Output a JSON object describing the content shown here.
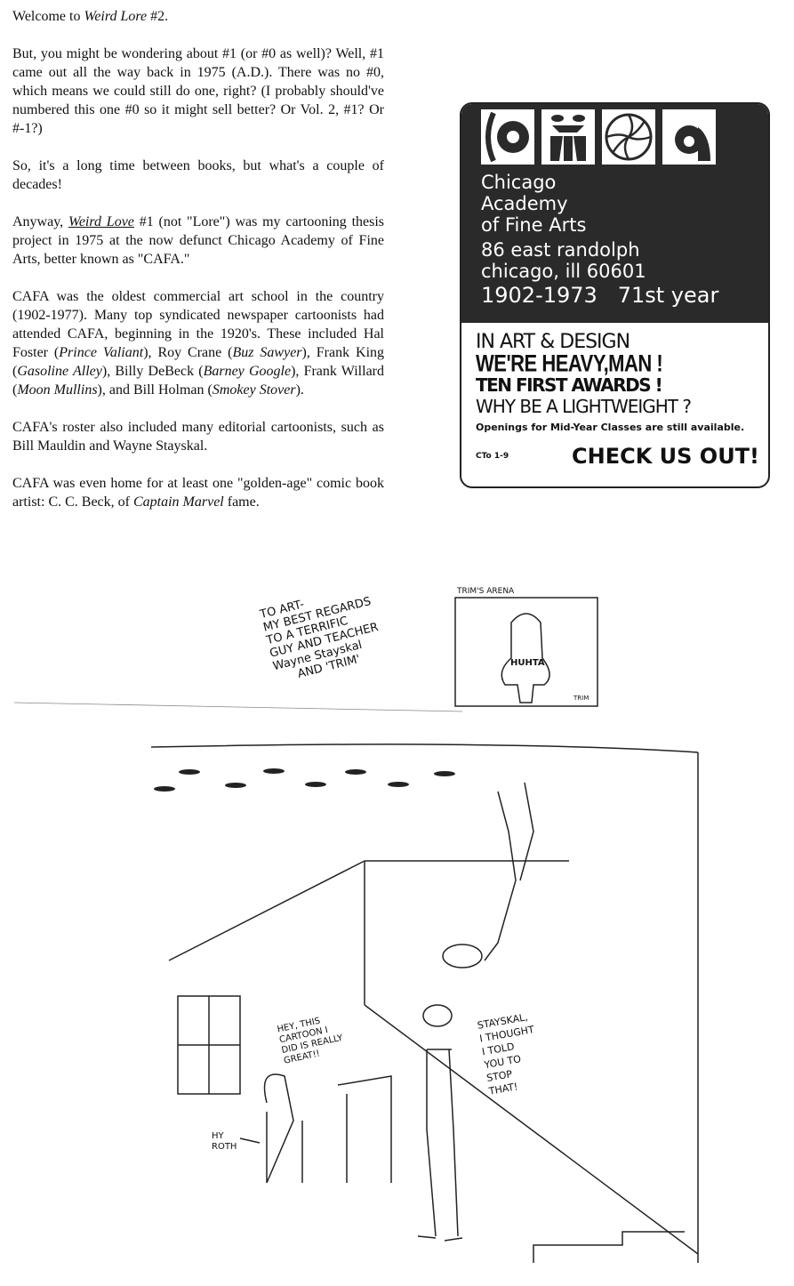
{
  "article": {
    "p1": [
      "Welcome to ",
      "Weird Lore",
      " #2."
    ],
    "p2": "But, you might be wondering about #1 (or #0 as well)? Well, #1 came out all the way back in 1975 (A.D.). There was no #0, which means we could still do one, right? (I probably should've numbered this one #0 so it might sell better? Or Vol. 2, #1? Or #-1?)",
    "p3": "So, it's a long time between books, but what's a couple of decades!",
    "p4": [
      "Anyway, ",
      "Weird Love",
      " #1 (not \"Lore\") was my cartooning thesis project in 1975 at the now defunct Chicago Academy of Fine Arts, better known as \"CAFA.\""
    ],
    "p5": [
      "CAFA was the oldest commercial art school in the country (1902-1977). Many top syndicated newspaper cartoonists had attended CAFA, beginning in the 1920's. These included Hal Foster (",
      "Prince Valiant",
      "), Roy Crane (",
      "Buz Sawyer",
      "), Frank King (",
      "Gasoline Alley",
      "), Billy DeBeck (",
      "Barney Google",
      "), Frank Willard (",
      "Moon Mullins",
      "), and Bill Holman (",
      "Smokey Stover",
      ")."
    ],
    "p6": "CAFA's roster also included many editorial cartoonists, such as Bill Mauldin and Wayne Stayskal.",
    "p7": [
      "CAFA was even home for at least one \"golden-age\" comic book artist: C. C. Beck, of ",
      "Captain Marvel",
      " fame."
    ]
  },
  "ad": {
    "logo_letters": "cafa",
    "name": [
      "Chicago",
      "Academy",
      "of Fine Arts"
    ],
    "address": [
      "86 east randolph",
      "chicago, ill 60601"
    ],
    "years": "1902-1973",
    "year_count": "71st year",
    "line1": "IN ART & DESIGN",
    "line2": "WE'RE HEAVY,MAN !",
    "line3": "TEN FIRST AWARDS !",
    "line4": "WHY BE A LIGHTWEIGHT ?",
    "openings": "Openings for Mid-Year Classes are still available.",
    "code": "CTo 1-9",
    "cta": "CHECK US OUT!"
  },
  "cartoon": {
    "inscription": "TO ART-\nMY BEST REGARDS\nTO A TERRIFIC\nGUY AND TEACHER\nWayne Stayskal\n      AND 'TRIM'",
    "frame_title": "TRIM'S ARENA",
    "jersey": "HUHTA",
    "frame_signature": "TRIM",
    "bubble_student": "HEY, THIS\nCARTOON I\nDID IS REALLY\nGREAT!!",
    "label_roth": "HY\nROTH",
    "bubble_teacher": "STAYSKAL,\nI THOUGHT\nI TOLD\nYOU TO\nSTOP\nTHAT!"
  }
}
